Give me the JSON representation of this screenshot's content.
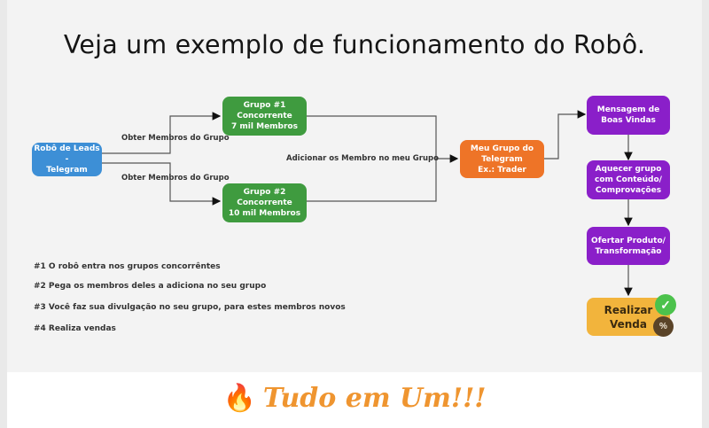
{
  "title": "Veja um exemplo de funcionamento do Robô.",
  "nodes": {
    "robot": "Robô de Leads -\nTelegram",
    "group1": "Grupo #1\nConcorrente\n7 mil Membros",
    "group2": "Grupo #2\nConcorrente\n10 mil Membros",
    "my_group": "Meu Grupo do\nTelegram\nEx.: Trader",
    "welcome": "Mensagem de\nBoas Vindas",
    "warmup": "Aquecer grupo\ncom Conteúdo/\nComprovações",
    "offer": "Ofertar Produto/\nTransformação",
    "sale": "Realizar\nVenda"
  },
  "edge_labels": {
    "get_members_1": "Obter Membros do Grupo",
    "get_members_2": "Obter Membros do Grupo",
    "add_members": "Adicionar os Membro no meu Grupo"
  },
  "steps": [
    "#1  O robô entra nos grupos concorrêntes",
    "#2  Pega os membros deles a adiciona no seu grupo",
    "#3  Você faz sua divulgação no seu grupo, para estes membros novos",
    "#4  Realiza vendas"
  ],
  "badges": {
    "check": "✓",
    "percent": "%"
  },
  "slogan": {
    "icon": "🔥",
    "text": "Tudo em Um!!!"
  },
  "colors": {
    "blue": "#3d8fd6",
    "green": "#3f9b3f",
    "orange": "#ee7427",
    "purple": "#8a1fc9",
    "yellow": "#f2b43c",
    "slogan": "#ef9530"
  }
}
